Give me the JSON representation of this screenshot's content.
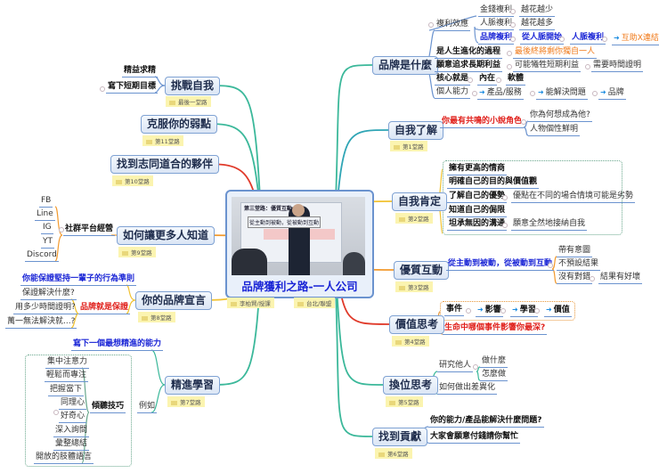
{
  "center": {
    "title": "品牌獲利之路-一人公司",
    "note_left": "李柏賢/授課",
    "note_right": "台北/聯盟",
    "photo_slide_title": "第三堂路：優質互動",
    "photo_slide_line": "從主動到被動，從被動到互動"
  },
  "right": {
    "brand": {
      "label": "品牌是什麼",
      "compound": "複利效應",
      "money": "金錢複利",
      "money_r": "越花越少",
      "people": "人脈複利",
      "people_r": "越花越多",
      "brandc": "品牌複利",
      "from_people": "從人脈開始",
      "people2": "人脈複利",
      "mutual": "互助X連結",
      "evolve": "是人生進化的過程",
      "evolve_r": "最後終將剩你獨自一人",
      "long": "願意追求長期利益",
      "long_r1": "可能犧牲短期利益",
      "long_r2": "需要時間證明",
      "core": "核心就是",
      "inner": "內在",
      "soft": "軟體",
      "ability": "個人能力",
      "product": "產品/服務",
      "solve": "能解決問題",
      "brand_end": "品牌"
    },
    "self_know": {
      "label": "自我了解",
      "note": "第1堂路",
      "q": "你最有共鳴的小說角色",
      "a1": "你為何想成為他?",
      "a2": "人物個性鮮明"
    },
    "self_affirm": {
      "label": "自我肯定",
      "note": "第2堂路",
      "items": [
        "擁有更高的情商",
        "明確自己的目的與價值觀",
        "了解自己的優勢",
        "知道自己的侷限",
        "坦承無因的溝通"
      ],
      "s1": "優點在不同的場合情境可能是劣勢",
      "s2": "願意全然地接納自我"
    },
    "interact": {
      "label": "優質互動",
      "note": "第3堂路",
      "main": "從主動到被動，從被動到互動",
      "a": "帶有意圖",
      "b": "不預設結果",
      "c": "沒有對錯",
      "c_r": "結果有好壞"
    },
    "value": {
      "label": "價值思考",
      "note": "第4堂路",
      "event": "事件",
      "impact": "影響",
      "learn": "學習",
      "worth": "價值",
      "q": "生命中哪個事件影響你最深?"
    },
    "perspective": {
      "label": "換位思考",
      "note": "第5堂路",
      "study": "研究他人",
      "what": "做什麼",
      "how": "怎麼做",
      "diff": "如何做出差異化"
    },
    "contribute": {
      "label": "找到貢獻",
      "note": "第6堂路",
      "q1": "你的能力/產品能解決什麼問題?",
      "q2": "大家會願意付錢請你幫忙"
    }
  },
  "left": {
    "challenge": {
      "label": "挑戰自我",
      "note": "最後一堂路",
      "a": "精益求精",
      "b": "寫下短期目標"
    },
    "weak": {
      "label": "克服你的弱點",
      "note": "第11堂路"
    },
    "partner": {
      "label": "找到志同道合的夥伴",
      "note": "第10堂路"
    },
    "known": {
      "label": "如何讓更多人知道",
      "note": "第9堂路",
      "social": "社群平台經營",
      "platforms": [
        "FB",
        "Line",
        "IG",
        "YT",
        "Discord"
      ]
    },
    "declare": {
      "label": "你的品牌宣言",
      "note": "第8堂路",
      "rule": "你能保證堅持一輩子的行為準則",
      "guarantee": "品牌就是保證",
      "q1": "保證解決什麼?",
      "q2": "用多少時間證明?",
      "q3": "萬一無法解決就...?"
    },
    "learn": {
      "label": "精進學習",
      "note": "第7堂路",
      "write": "寫下一個最想精進的能力",
      "eg": "例如",
      "listen": "傾聽技巧",
      "skills": [
        "集中注意力",
        "輕鬆而專注",
        "把握當下",
        "同理心",
        "好奇心",
        "深入詢問",
        "彙整總結",
        "開放的肢體語言"
      ]
    }
  },
  "colors": {
    "accent_blue": "#1a25d6",
    "accent_red": "#e0201b",
    "accent_orange": "#f07a1a",
    "note_bg": "#fbf4b0"
  }
}
